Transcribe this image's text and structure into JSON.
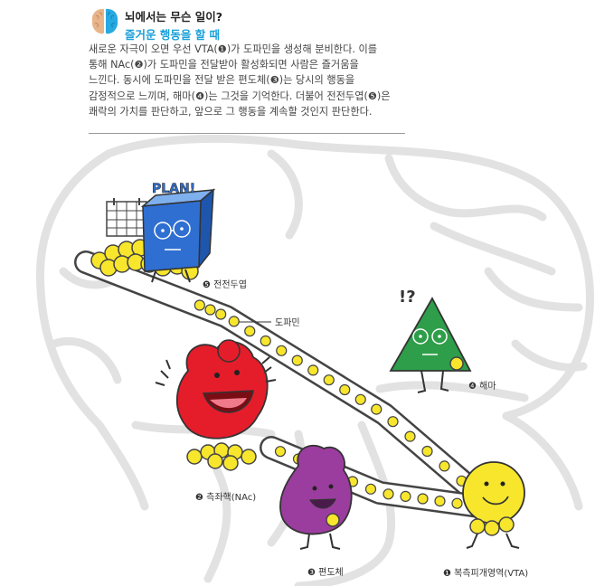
{
  "header": {
    "title": "뇌에서는 무슨 일이?",
    "subtitle": "즐거운 행동을 할 때"
  },
  "body_lines": [
    "새로운 자극이 오면 우선 VTA(❶)가 도파민을 생성해 분비한다. 이를",
    "통해 NAc(❷)가 도파민을 전달받아 활성화되면 사람은 즐거움을",
    "느낀다. 동시에 도파민을 전달 받은 편도체(❸)는 당시의 행동을",
    "감정적으로 느끼며, 해마(❹)는 그것을 기억한다. 더불어 전전두엽(❺)은",
    "쾌락의 가치를 판단하고, 앞으로 그 행동을 계속할 것인지 판단한다."
  ],
  "labels": {
    "vta": "❶ 복측피개영역(VTA)",
    "nac": "❷ 측좌핵(NAc)",
    "amygdala": "❸ 편도체",
    "hippocampus": "❹ 해마",
    "pfc": "❺ 전전두엽",
    "dopamine": "도파민"
  },
  "sign_text": "PLAN!",
  "question_marks": "!?",
  "colors": {
    "accent": "#1aa0d8",
    "vta": "#f7e62c",
    "nac": "#e51d2a",
    "amygdala": "#9b3d9e",
    "hippocampus": "#2e9e4a",
    "pfc": "#2f6fd1",
    "brain_outline": "#e2e2e2"
  }
}
